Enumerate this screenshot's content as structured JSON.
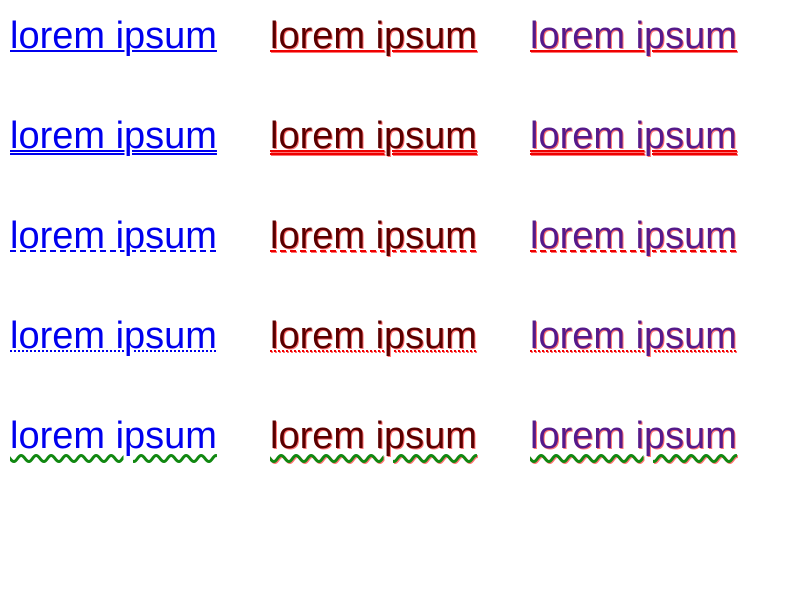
{
  "text": "lorem ipsum",
  "colors": {
    "col1_text": "#0000ee",
    "col2_text": "#5a0000",
    "col3_text": "#551a8b",
    "col1_decoration": "#0000ee",
    "col23_decoration": "#ee0000",
    "wavy_decoration": "#118811"
  },
  "rows": [
    {
      "style": "solid",
      "cells": [
        "lorem ipsum",
        "lorem ipsum",
        "lorem ipsum"
      ]
    },
    {
      "style": "double",
      "cells": [
        "lorem ipsum",
        "lorem ipsum",
        "lorem ipsum"
      ]
    },
    {
      "style": "dashed",
      "cells": [
        "lorem ipsum",
        "lorem ipsum",
        "lorem ipsum"
      ]
    },
    {
      "style": "dotted",
      "cells": [
        "lorem ipsum",
        "lorem ipsum",
        "lorem ipsum"
      ]
    },
    {
      "style": "wavy",
      "cells": [
        "lorem ipsum",
        "lorem ipsum",
        "lorem ipsum"
      ]
    }
  ]
}
